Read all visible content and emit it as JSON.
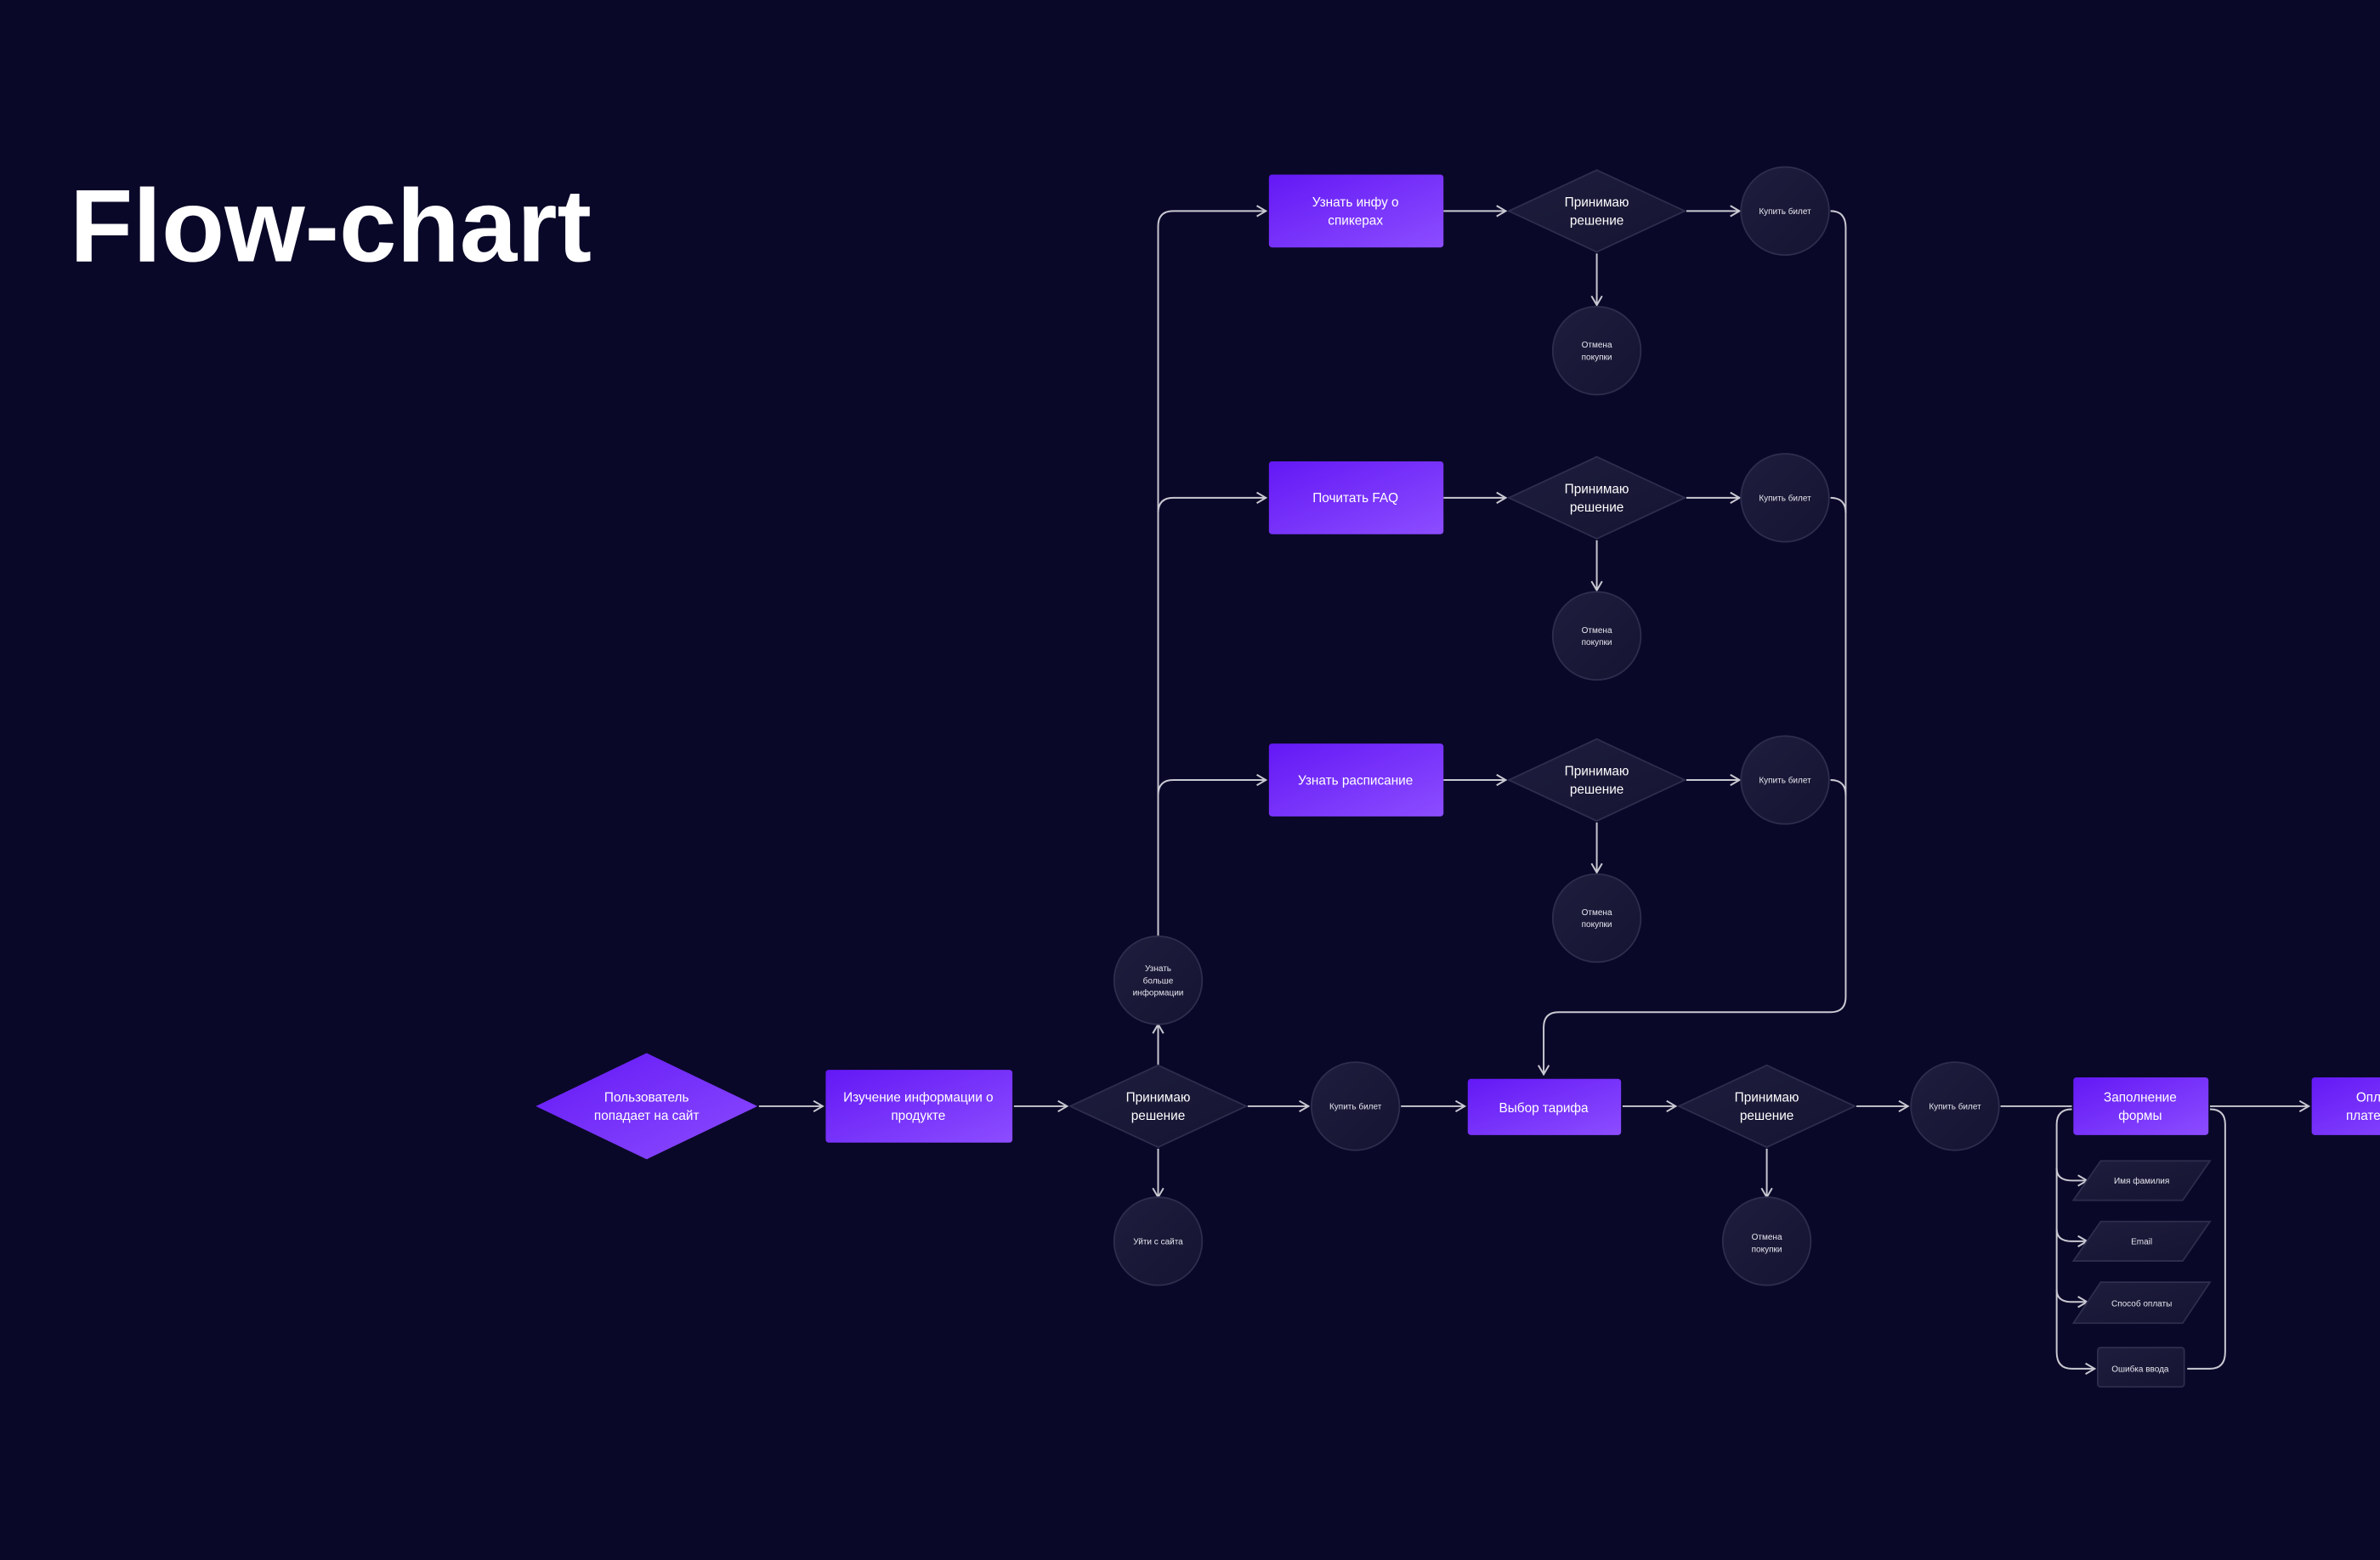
{
  "title": "Flow-chart",
  "colors": {
    "background": "#0a0829",
    "accent_start": "#6318f5",
    "accent_end": "#8c4dff",
    "node_dark": "#1a1937",
    "connector": "#c9c9d2"
  },
  "start": {
    "line1": "Пользователь",
    "line2": "попадает на сайт"
  },
  "study": {
    "line1": "Изучение информации о",
    "line2": "продукте"
  },
  "decision": {
    "line1": "Принимаю",
    "line2": "решение"
  },
  "more_info": {
    "line1": "Узнать",
    "line2": "больше",
    "line3": "информации"
  },
  "leave": "Уйти с сайта",
  "buy": "Купить билет",
  "cancel": {
    "line1": "Отмена",
    "line2": "покупки"
  },
  "branches": [
    {
      "line1": "Узнать инфу о",
      "line2": "спикерах"
    },
    {
      "line1": "Почитать FAQ",
      "line2": ""
    },
    {
      "line1": "Узнать расписание",
      "line2": ""
    }
  ],
  "tariff": "Выбор тарифа",
  "form": {
    "line1": "Заполнение",
    "line2": "формы"
  },
  "form_fields": [
    "Имя фамилия",
    "Email",
    "Способ оплаты"
  ],
  "input_error": "Ошибка ввода",
  "payment": {
    "line1": "Оплата",
    "line2": "платежной"
  }
}
